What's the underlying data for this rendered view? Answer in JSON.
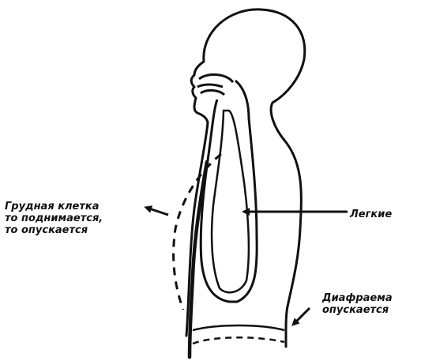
{
  "labels": {
    "chest": {
      "line1": "Грудная клетка",
      "line2": "то поднимается,",
      "line3": "то опускается"
    },
    "lungs": {
      "line1": "Легкие"
    },
    "diaphragm": {
      "line1": "Диафраема",
      "line2": "опускается"
    }
  },
  "colors": {
    "ink": "#111111",
    "background": "#ffffff"
  }
}
